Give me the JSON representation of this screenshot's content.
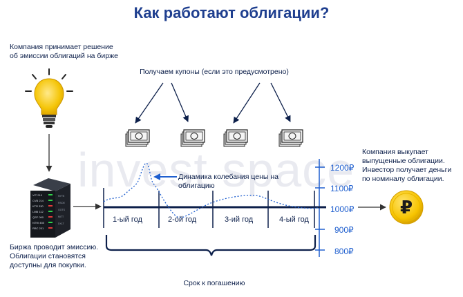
{
  "title": "Как работают облигации?",
  "watermark": "invest space",
  "company_decision": "Компания принимает решение об эмиссии облигаций на бирже",
  "coupons_label": "Получаем купоны (если это предусмотрено)",
  "exchange_note": "Биржа проводит эмиссию. Облигации становятся доступны для покупки.",
  "buyback_note": "Компания выкупает выпущенные облигации. Инвестор получает деньги по номиналу облигации.",
  "price_dynamics_label": "Динамика колебания цены на облигацию",
  "maturity_label": "Срок к погашению",
  "years": [
    "1-ый год",
    "2-ой год",
    "3-ий год",
    "4-ый год"
  ],
  "price_levels": [
    "1200₽",
    "1100₽",
    "1000₽",
    "900₽",
    "800₽"
  ],
  "currency_symbol": "₽",
  "icons": {
    "lightbulb": "lightbulb-icon",
    "exchange": "server-terminal-icon",
    "money": "money-bill-icon",
    "coin": "ruble-coin-icon"
  },
  "colors": {
    "title": "#1f3f8f",
    "accent_blue": "#1f5fcf",
    "dark_navy": "#0c1f4a",
    "bulb_yellow": "#f5c60a",
    "coin_yellow": "#f7c400"
  }
}
